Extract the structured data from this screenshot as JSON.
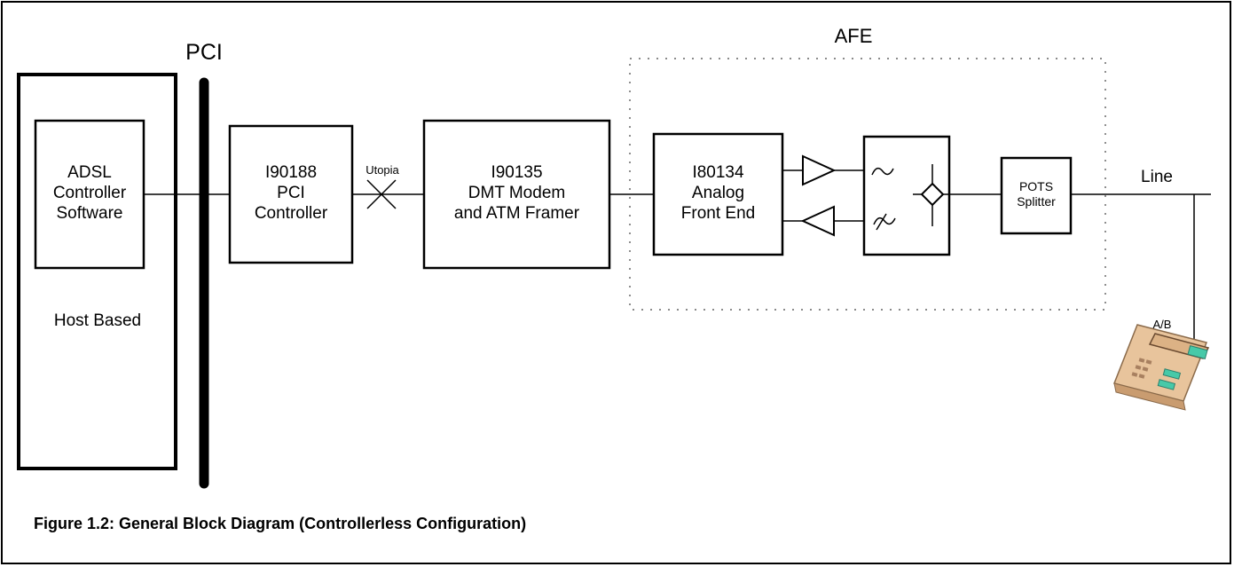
{
  "labels": {
    "pci": "PCI",
    "afe": "AFE",
    "utopia": "Utopia",
    "line": "Line",
    "ab": "A/B",
    "host_based": "Host Based"
  },
  "blocks": {
    "adsl_software": [
      "ADSL",
      "Controller",
      "Software"
    ],
    "pci_controller": [
      "I90188",
      "PCI",
      "Controller"
    ],
    "dmt_modem": [
      "I90135",
      "DMT Modem",
      "and ATM Framer"
    ],
    "analog_front_end": [
      "I80134",
      "Analog",
      "Front End"
    ],
    "pots_splitter": [
      "POTS",
      "Splitter"
    ]
  },
  "caption": "Figure 1.2: General Block Diagram (Controllerless Configuration)",
  "icons": [
    "amplifier-icon",
    "tilde-icon",
    "hybrid-icon",
    "telephone-icon"
  ]
}
